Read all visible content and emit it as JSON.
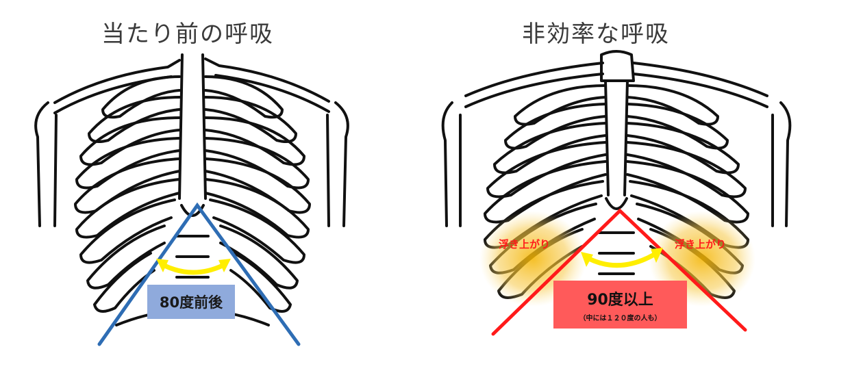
{
  "left": {
    "title": "当たり前の呼吸",
    "angle_label": "80度前後",
    "colors": {
      "angle_lines": "#2e6db4",
      "arrow": "#ffee00",
      "box": "#8faadc"
    }
  },
  "right": {
    "title": "非効率な呼吸",
    "angle_label": "90度以上",
    "angle_note": "（中には１２０度の人も）",
    "float_label_left": "浮き上がり",
    "float_label_right": "浮き上がり",
    "colors": {
      "angle_lines": "#ff1a1a",
      "arrow": "#ffee00",
      "box": "#ff5a5a",
      "highlight": "#f6c040"
    }
  }
}
